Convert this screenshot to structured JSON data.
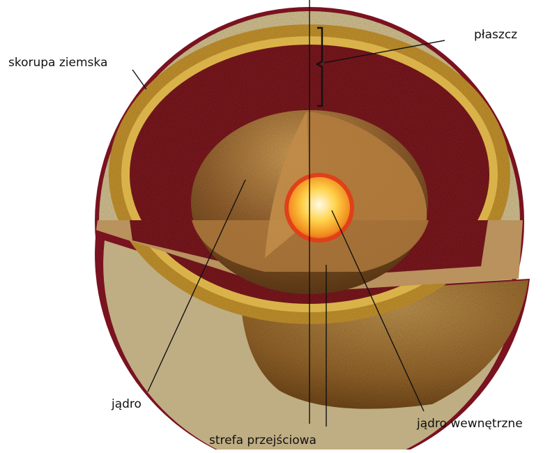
{
  "labels": {
    "crust": "skorupa ziemska",
    "mantle": "płaszcz",
    "core": "jądro",
    "inner_core": "jądro wewnętrzne",
    "transition_zone": "strefa przejściowa"
  },
  "colors": {
    "rim": "#7a1220",
    "crust_stone": "#c9b98c",
    "outer_gold": "#c9962e",
    "mantle_red": "#8e1b22",
    "core_brown": "#8a5a25",
    "inner_core_glow": "#ffd24a",
    "ocean": "#2f7bc4",
    "land": "#3f9a3a"
  }
}
